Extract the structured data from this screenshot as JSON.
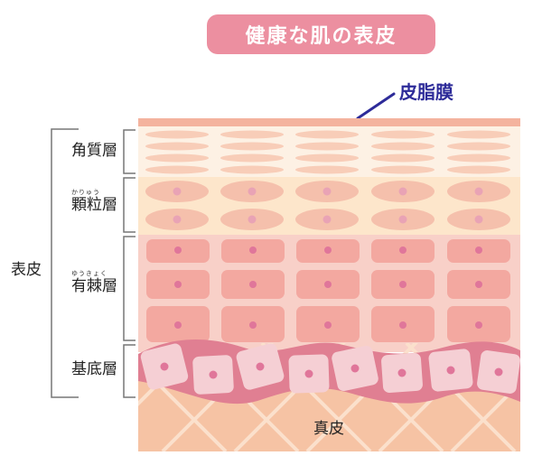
{
  "title": "健康な肌の表皮",
  "callout": {
    "label": "皮脂膜",
    "color": "#2d2b99"
  },
  "left_group": {
    "label": "表皮"
  },
  "layers": [
    {
      "id": "corneum",
      "label": "角質層",
      "ruby": ""
    },
    {
      "id": "granular",
      "label": "顆粒層",
      "ruby": "かりゅう"
    },
    {
      "id": "spinous",
      "label": "有棘層",
      "ruby": "ゆうきょく"
    },
    {
      "id": "basal",
      "label": "基底層",
      "ruby": ""
    }
  ],
  "dermis": {
    "label": "真皮"
  },
  "colors": {
    "title_bg": "#ec8fa0",
    "sebum": "#f4b39e",
    "corneum_bg": "#fdf1e4",
    "corneum_cell": "#f8cdb8",
    "granular_bg": "#fde6cb",
    "granular_cell": "#f5c0ac",
    "granular_nucleus": "#e9a3b5",
    "spinous_bg": "#f8d0c8",
    "spinous_cell": "#f3a8a0",
    "nucleus": "#e0769a",
    "basal_band": "#e07f92",
    "basal_cell": "#f5cfd4",
    "dermis_bg": "#f6c3a4",
    "dermis_grid": "#fbe0cc"
  }
}
